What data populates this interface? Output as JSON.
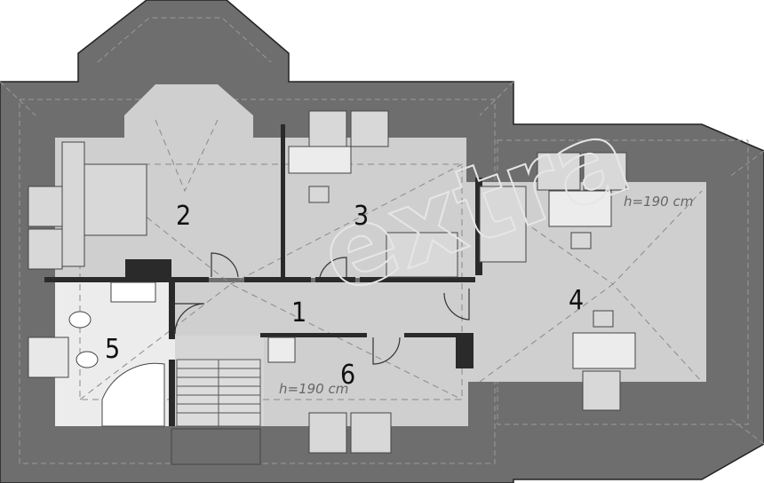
{
  "rooms": [
    {
      "id": "1",
      "label": "1"
    },
    {
      "id": "2",
      "label": "2"
    },
    {
      "id": "3",
      "label": "3"
    },
    {
      "id": "4",
      "label": "4"
    },
    {
      "id": "5",
      "label": "5"
    },
    {
      "id": "6",
      "label": "6"
    }
  ],
  "height_notes": {
    "room4": "h=190 cm",
    "room6": "h=190 cm"
  },
  "colors": {
    "roof": "#6e6e6e",
    "floor": "#cfcfcf",
    "bathroom": "#ececec",
    "wall": "#2a2a2a",
    "furniture": "#d8d8d8"
  }
}
